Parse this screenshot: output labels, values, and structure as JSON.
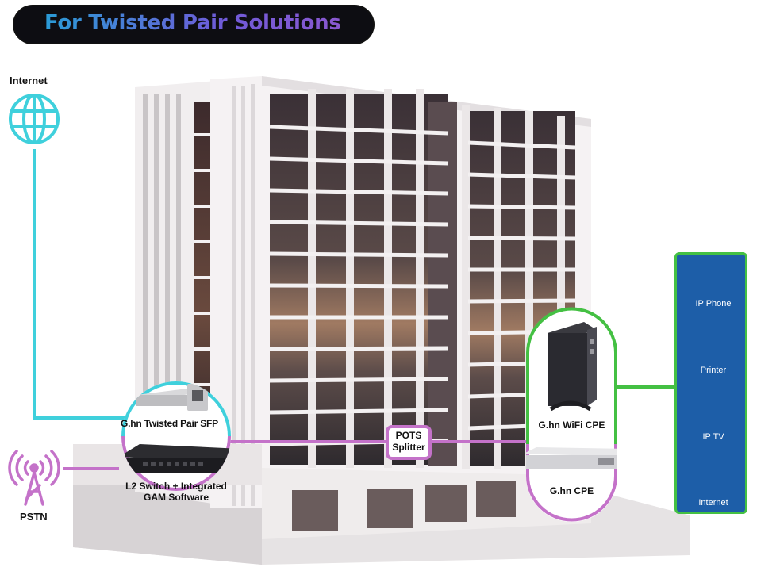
{
  "title": "For Twisted Pair Solutions",
  "labels": {
    "internet": "Internet",
    "pstn": "PSTN",
    "sfp": "G.hn Twisted Pair SFP",
    "switch_line1": "L2 Switch + Integrated",
    "switch_line2": "GAM Software",
    "pots_line1": "POTS",
    "pots_line2": "Splitter",
    "wifi_cpe": "G.hn WiFi CPE",
    "cpe": "G.hn CPE"
  },
  "devices": [
    {
      "label": "IP Phone"
    },
    {
      "label": "Printer"
    },
    {
      "label": "IP TV"
    },
    {
      "label": "Internet"
    }
  ],
  "colors": {
    "internet_link": "#3fd0dc",
    "phone_link": "#c472c9",
    "device_link": "#44c043",
    "panel": "#1d5ea8"
  }
}
